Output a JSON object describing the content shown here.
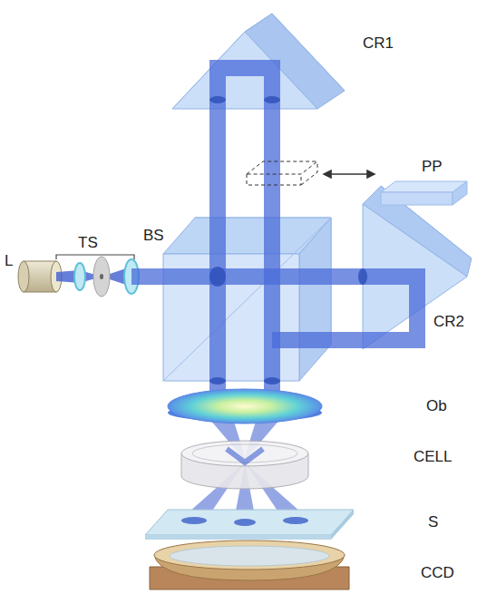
{
  "diagram": {
    "labels": [
      "L",
      "TS",
      "BS",
      "CR1",
      "PP",
      "CR2",
      "Ob",
      "CELL",
      "S",
      "CCD"
    ]
  }
}
